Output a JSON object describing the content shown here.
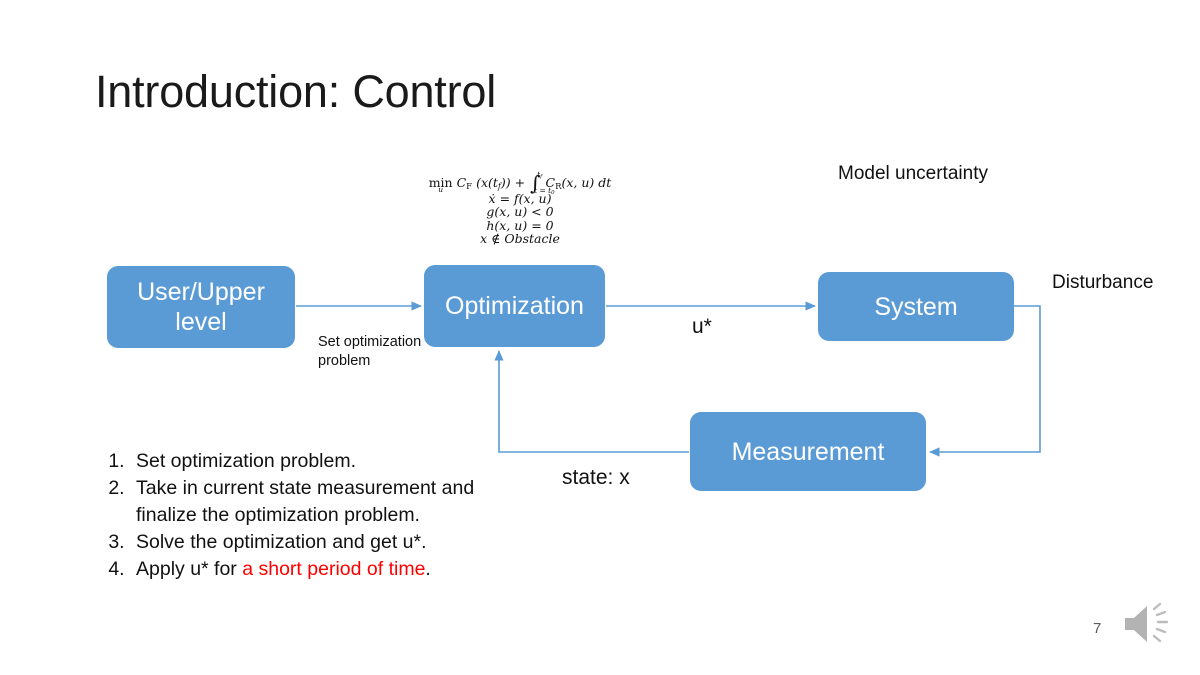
{
  "slide": {
    "title": "Introduction: Control",
    "number": "7",
    "background_color": "#ffffff",
    "accent_color": "#5b9bd5",
    "highlight_color": "#ff0000"
  },
  "equation": {
    "objective_prefix": "min",
    "objective_sub": "u",
    "objective_terminal": "C",
    "objective_terminal_sub": "F",
    "objective_terminal_arg": "(x(t",
    "objective_terminal_arg_sub": "f",
    "objective_terminal_arg_close": "))",
    "plus": "+",
    "integral_upper": "t",
    "integral_upper_sub": "f",
    "integral_lower": "t = t",
    "integral_lower_sub": "0",
    "running_cost": "C",
    "running_cost_sub": "R",
    "running_cost_arg": "(x, u) dt",
    "constraint_dynamics": "ẋ = f(x, u)",
    "constraint_inequality": "g(x, u) < 0",
    "constraint_equality": "h(x, u) = 0",
    "constraint_obstacle": "x ∉ Obstacle"
  },
  "diagram": {
    "boxes": [
      {
        "id": "user",
        "label": "User/Upper level"
      },
      {
        "id": "optimization",
        "label": "Optimization"
      },
      {
        "id": "system",
        "label": "System"
      },
      {
        "id": "measurement",
        "label": "Measurement"
      }
    ],
    "labels": {
      "set_optimization_problem": "Set optimization problem",
      "control_signal": "u*",
      "state_signal": "state: x",
      "model_uncertainty": "Model uncertainty",
      "disturbance": "Disturbance"
    },
    "line_color": "#5b9bd5"
  },
  "steps": {
    "items": [
      {
        "text": "Set optimization problem.",
        "highlight": ""
      },
      {
        "text": "Take in current state measurement and finalize the optimization problem.",
        "highlight": ""
      },
      {
        "text": "Solve the optimization and get u*.",
        "highlight": ""
      },
      {
        "text_before": "Apply u* for ",
        "highlight": "a short period of time",
        "text_after": "."
      }
    ]
  },
  "icons": {
    "audio": "speaker-icon"
  }
}
